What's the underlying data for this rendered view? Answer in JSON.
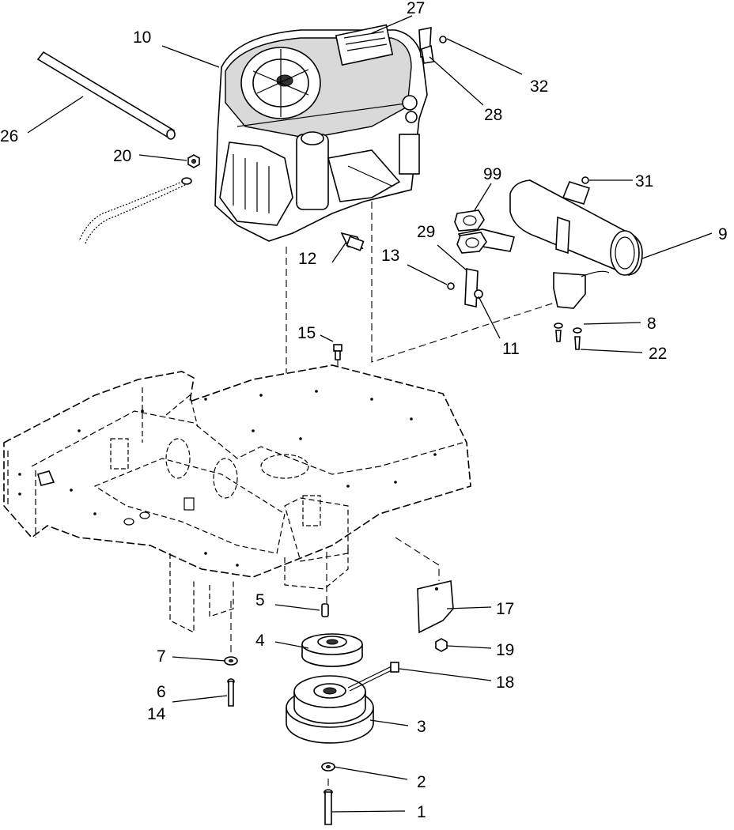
{
  "labels": {
    "p1": "1",
    "p2": "2",
    "p3": "3",
    "p4": "4",
    "p5": "5",
    "p6": "6",
    "p7": "7",
    "p8": "8",
    "p9": "9",
    "p10": "10",
    "p11": "11",
    "p12": "12",
    "p13": "13",
    "p14": "14",
    "p15": "15",
    "p17": "17",
    "p18": "18",
    "p19": "19",
    "p20": "20",
    "p22": "22",
    "p26": "26",
    "p27": "27",
    "p28": "28",
    "p29": "29",
    "p31": "31",
    "p32": "32",
    "p99": "99"
  }
}
